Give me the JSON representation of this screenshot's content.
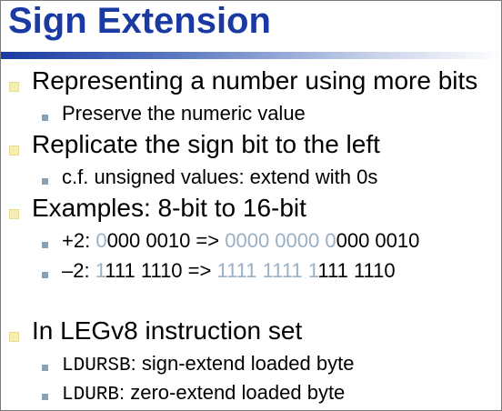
{
  "slide": {
    "title": "Sign Extension",
    "items": [
      {
        "text": "Representing a number using more bits"
      },
      {
        "text": "Preserve the numeric value"
      },
      {
        "text": "Replicate the sign bit to the left"
      },
      {
        "text": "c.f. unsigned values: extend with 0s"
      },
      {
        "text": "Examples: 8-bit to 16-bit"
      },
      {
        "lead": "+2: ",
        "src_sign": "0",
        "src_rest": "000 0010 => ",
        "ext_bits": "0000 0000 0",
        "rest": "000 0010"
      },
      {
        "lead": "–2: ",
        "src_sign": "1",
        "src_rest": "111 1110 => ",
        "ext_bits": "1111 1111 1",
        "rest": "111 1110"
      },
      {
        "text": "In LEGv8 instruction set"
      },
      {
        "code": "LDURSB",
        "text": ":  sign-extend loaded byte"
      },
      {
        "code": "LDURB",
        "text": ": zero-extend loaded byte"
      }
    ]
  },
  "colors": {
    "title": "#1a3aa3",
    "bullet_level1": "#f3eeb3",
    "bullet_level2": "#8aa1b5",
    "extended_bits": "#9ab0c4"
  }
}
